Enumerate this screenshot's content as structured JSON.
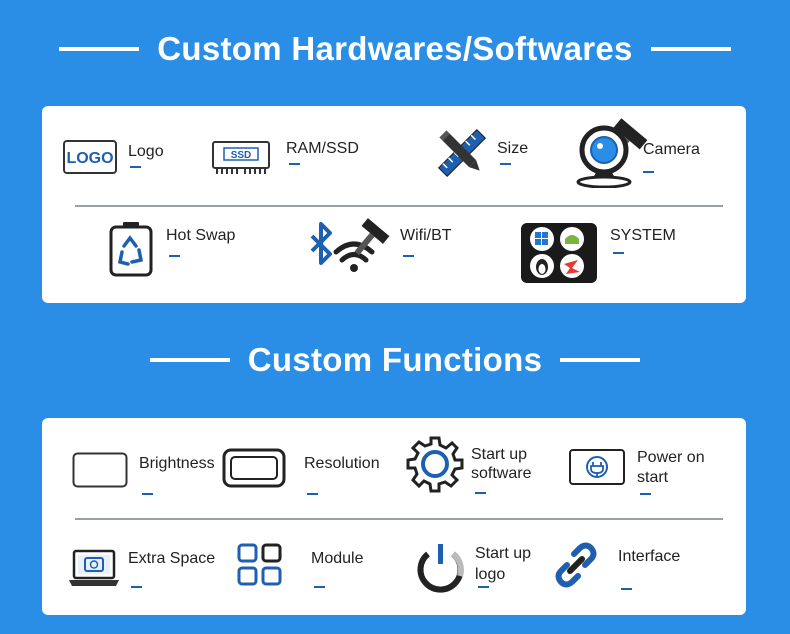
{
  "sections": [
    {
      "title": "Custom Hardwares/Softwares",
      "items": [
        {
          "label": "Logo",
          "icon": "logo-icon",
          "icon_text": "LOGO"
        },
        {
          "label": "RAM/SSD",
          "icon": "ssd-icon",
          "icon_text": "SSD"
        },
        {
          "label": "Size",
          "icon": "ruler-pencil-icon"
        },
        {
          "label": "Camera",
          "icon": "camera-icon"
        },
        {
          "label": "Hot Swap",
          "icon": "battery-recycle-icon"
        },
        {
          "label": "Wifi/BT",
          "icon": "wifi-bluetooth-icon"
        },
        {
          "label": "SYSTEM",
          "icon": "os-icon"
        }
      ]
    },
    {
      "title": "Custom Functions",
      "items": [
        {
          "label": "Brightness",
          "icon": "brightness-icon"
        },
        {
          "label": "Resolution",
          "icon": "resolution-icon"
        },
        {
          "label_line1": "Start up",
          "label_line2": "software",
          "icon": "gear-icon"
        },
        {
          "label_line1": "Power on",
          "label_line2": "start",
          "icon": "power-plug-icon"
        },
        {
          "label": "Extra Space",
          "icon": "laptop-icon"
        },
        {
          "label": "Module",
          "icon": "module-grid-icon"
        },
        {
          "label_line1": "Start up",
          "label_line2": "logo",
          "icon": "startup-logo-icon"
        },
        {
          "label": "Interface",
          "icon": "link-icon"
        }
      ]
    }
  ],
  "colors": {
    "background": "#2a8de6",
    "accent": "#1f5fb0",
    "text": "#222222"
  }
}
